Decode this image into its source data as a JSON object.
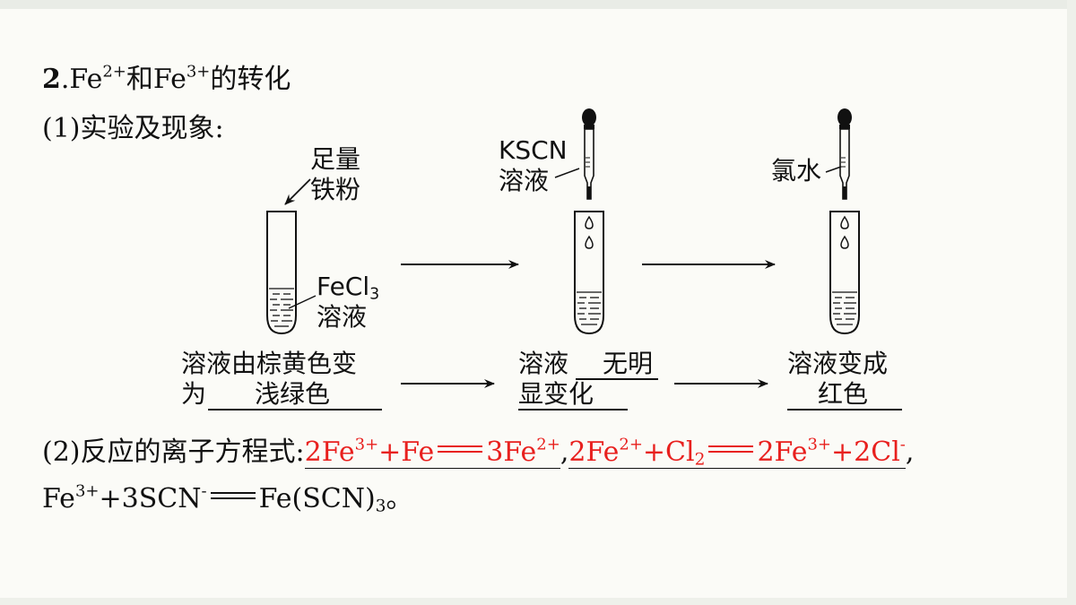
{
  "heading": {
    "number": "2",
    "rest": ".Fe",
    "sup1": "2+",
    "mid": "和Fe",
    "sup2": "3+",
    "tail": "的转化"
  },
  "section1": {
    "label": "(1)实验及现象:"
  },
  "diagram": {
    "tube1": {
      "reagent_line1": "足量",
      "reagent_line2": "铁粉",
      "solution": "FeCl",
      "solution_sub": "3",
      "solution_line2": "溶液"
    },
    "tube2": {
      "reagent_line1": "KSCN",
      "reagent_line2": "溶液"
    },
    "tube3": {
      "reagent": "氯水"
    }
  },
  "observations": {
    "obs1_line1": "溶液由棕黄色变",
    "obs1_prefix": "为",
    "obs1_answer": "浅绿色",
    "obs2_prefix": "溶液",
    "obs2_answer1": "无明",
    "obs2_answer2": "显变化",
    "obs3_line1": "溶液变成",
    "obs3_answer": "红色"
  },
  "section2": {
    "label": "(2)反应的离子方程式:",
    "eq1": {
      "l1": "2Fe",
      "l1s": "3+",
      "l2": "+Fe",
      "r1": "3Fe",
      "r1s": "2+"
    },
    "sep1": ",",
    "eq2": {
      "l1": "2Fe",
      "l1s": "2+",
      "l2": "+Cl",
      "l2sub": "2",
      "r1": "2Fe",
      "r1s": "3+",
      "r2": "+2Cl",
      "r2s": "-"
    },
    "sep2": ",",
    "eq3": {
      "l1": "Fe",
      "l1s": "3+",
      "l2": "+3SCN",
      "l2s": "-",
      "r1": "Fe(SCN)",
      "r1sub": "3"
    },
    "end": "。"
  },
  "colors": {
    "answer": "#e8201e",
    "text": "#111111",
    "background": "#fbfbf7"
  }
}
